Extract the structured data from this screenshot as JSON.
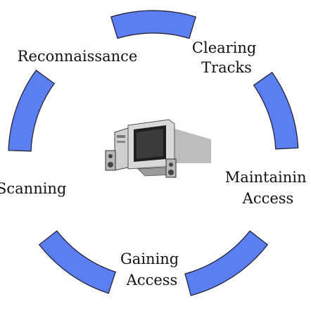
{
  "diagram": {
    "type": "cycle",
    "stages": [
      {
        "id": "reconnaissance",
        "lines": [
          "Reconnaissance"
        ]
      },
      {
        "id": "scanning",
        "lines": [
          "Scanning"
        ]
      },
      {
        "id": "gaining-access",
        "lines": [
          "Gaining",
          "Access"
        ]
      },
      {
        "id": "maintaining-access",
        "lines": [
          "Maintainin",
          "Access"
        ]
      },
      {
        "id": "clearing-tracks",
        "lines": [
          "Clearing",
          "Tracks"
        ]
      }
    ],
    "center_icon": "desktop-computer-icon",
    "colors": {
      "segment_fill": "#5b7ff0",
      "segment_stroke": "#1a1a2e",
      "text": "#111111"
    }
  }
}
